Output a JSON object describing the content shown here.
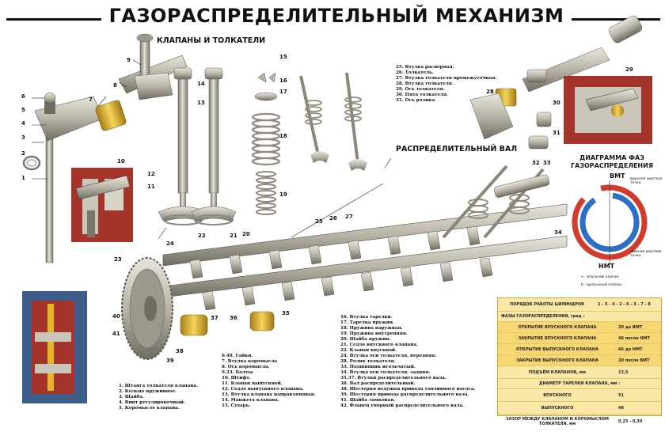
{
  "title": "ГАЗОРАСПРЕДЕЛИТЕЛЬНЫЙ МЕХАНИЗМ",
  "sections": {
    "valves": "КЛАПАНЫ И ТОЛКАТЕЛИ",
    "camshaft": "РАСПРЕДЕЛИТЕЛЬНЫЙ ВАЛ",
    "phase_diagram": "ДИАГРАММА ФАЗ ГАЗОРАСПРЕДЕЛЕНИЯ"
  },
  "callouts": [
    "1",
    "2",
    "3",
    "4",
    "5",
    "6",
    "7",
    "8",
    "9",
    "10",
    "11",
    "12",
    "13",
    "14",
    "15",
    "16",
    "17",
    "18",
    "19",
    "20",
    "21",
    "22",
    "23",
    "24",
    "25",
    "26",
    "27",
    "28",
    "29",
    "30",
    "31",
    "32",
    "33",
    "34",
    "35",
    "36",
    "37",
    "38",
    "39",
    "40",
    "41"
  ],
  "legend_top_right": [
    "25. Втулка распорная.",
    "26. Толкатель.",
    "27. Втулка толкателя промежуточная.",
    "28. Втулка толкателя.",
    "29. Ось толкателя.",
    "30. Пята толкателя.",
    "31. Ось ролика."
  ],
  "legend_col1": [
    "1. Штанга толкателя клапана.",
    "2. Кольцо пружинное.",
    "3. Шайба.",
    "4. Винт регулировочный.",
    "5. Коромысло клапана."
  ],
  "legend_col2": [
    "6.40. Гайки.",
    "7. Втулка коромысла",
    "8. Ось коромысла.",
    "9.23. Болты.",
    "10. Штифт.",
    "11. Клапан выпускной.",
    "12. Седло выпускного клапана.",
    "13. Втулка клапана направляющая.",
    "14. Манжета клапана.",
    "15. Сухарь."
  ],
  "legend_col3": [
    "16. Втулка тарелки.",
    "17. Тарелка пружин.",
    "18. Пружина наружная.",
    "19. Пружина внутренняя.",
    "20. Шайба пружин.",
    "21. Седло впускного клапана.",
    "22. Клапан впускной.",
    "24. Втулка оси толкателя, передняя.",
    "28. Ролик толкателя.",
    "33. Подшипник игольчатый.",
    "34. Втулка оси толкателя, задняя.",
    "35,37. Втулки распределительного вала.",
    "36. Вал распределительный.",
    "38. Шестерня ведущая привода топливного насоса.",
    "39. Шестерня привода распределительного вала.",
    "41. Шайба замковая.",
    "42. Фланец упорный распределительного вала."
  ],
  "phase_labels": {
    "tdc": "ВМТ",
    "tdc_note": "верхняя мертвая точка",
    "bdc": "НМТ",
    "bdc_note": "нижняя мертвая точка",
    "intake": "а - впускной клапан",
    "exhaust": "б - выпускной клапан"
  },
  "specs": {
    "firing_order_label": "ПОРЯДОК РАБОТЫ ЦИЛИНДРОВ",
    "firing_order_value": "1 - 5 - 4 - 2 - 6 - 3 - 7 - 8",
    "phases_label": "ФАЗЫ ГАЗОРАСПРЕДЕЛЕНИЯ, град :",
    "rows": [
      {
        "label": "ОТКРЫТИЕ ВПУСКНОГО КЛАПАНА",
        "value": "20 до ВМТ"
      },
      {
        "label": "ЗАКРЫТИЕ ВПУСКНОГО КЛАПАНА",
        "value": "46 после НМТ"
      },
      {
        "label": "ОТКРЫТИЕ ВЫПУСКНОГО КЛАПАНА",
        "value": "66 до НМТ"
      },
      {
        "label": "ЗАКРЫТИЕ ВЫПУСКНОГО КЛАПАНА",
        "value": "20 после ВМТ"
      }
    ],
    "lift_label": "ПОДЪЁМ КЛАПАНОВ, мм",
    "lift_value": "13,5",
    "plate_label": "ДИАМЕТР ТАРЕЛКИ КЛАПАНА, мм :",
    "intake_label": "ВПУСКНОГО",
    "intake_value": "51",
    "exhaust_label": "ВЫПУСКНОГО",
    "exhaust_value": "48",
    "gap_label": "ЗАЗОР МЕЖДУ КЛАПАНОМ И КОРОМЫСЛОМ ТОЛКАТЕЛЯ, мм",
    "gap_value": "0,25 - 0,30"
  },
  "colors": {
    "metal": "#b8b4a6",
    "metal_dark": "#6f6c62",
    "bronze": "#e2b52a",
    "engine_red": "#a5342d",
    "engine_blue": "#3d5e8a",
    "intake_blue": "#2d6fc4",
    "exhaust_red": "#d33b2f",
    "table_bg": "#fbe7a6"
  }
}
